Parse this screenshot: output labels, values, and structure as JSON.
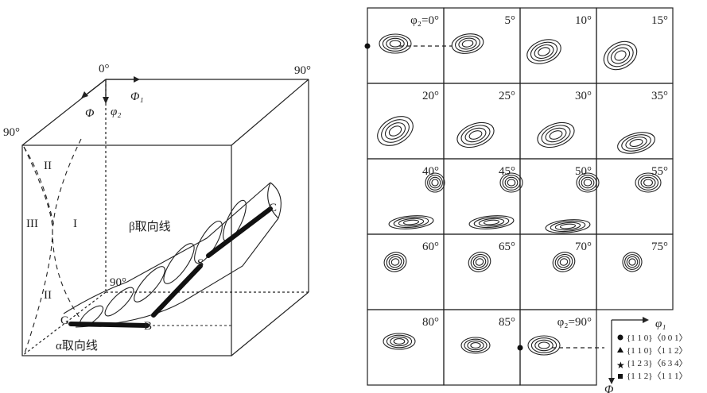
{
  "cube": {
    "origin_label": "0°",
    "phi1_top_label": "90°",
    "phi_left_label": "90°",
    "phi2_inner_label": "90°",
    "axis_phi1": "Φ₁",
    "axis_phi": "Φ",
    "axis_phi2": "φ₂",
    "region_II_top": "II",
    "region_III": "III",
    "region_I": "I",
    "region_II_bottom": "II",
    "beta_fiber_label": "β取向线",
    "alpha_fiber_label": "α取向线",
    "point_C": "C",
    "point_S": "S",
    "point_B": "B",
    "point_G": "G"
  },
  "odf": {
    "sections": [
      "φ₂=0°",
      "5°",
      "10°",
      "15°",
      "20°",
      "25°",
      "30°",
      "35°",
      "40°",
      "45°",
      "50°",
      "55°",
      "60°",
      "65°",
      "70°",
      "75°",
      "80°",
      "85°",
      "φ₂=90°"
    ]
  },
  "legend": {
    "axis_phi1": "φ₁",
    "axis_phi": "Φ",
    "items": [
      {
        "symbol": "circle",
        "text": "{1 1 0}〈0 0 1〉"
      },
      {
        "symbol": "triangle",
        "text": "{1 1 0}〈1 1 2〉"
      },
      {
        "symbol": "star",
        "text": "{1 2 3}〈6 3 4〉"
      },
      {
        "symbol": "square",
        "text": "{1 1 2}〈1 1 1〉"
      }
    ]
  }
}
